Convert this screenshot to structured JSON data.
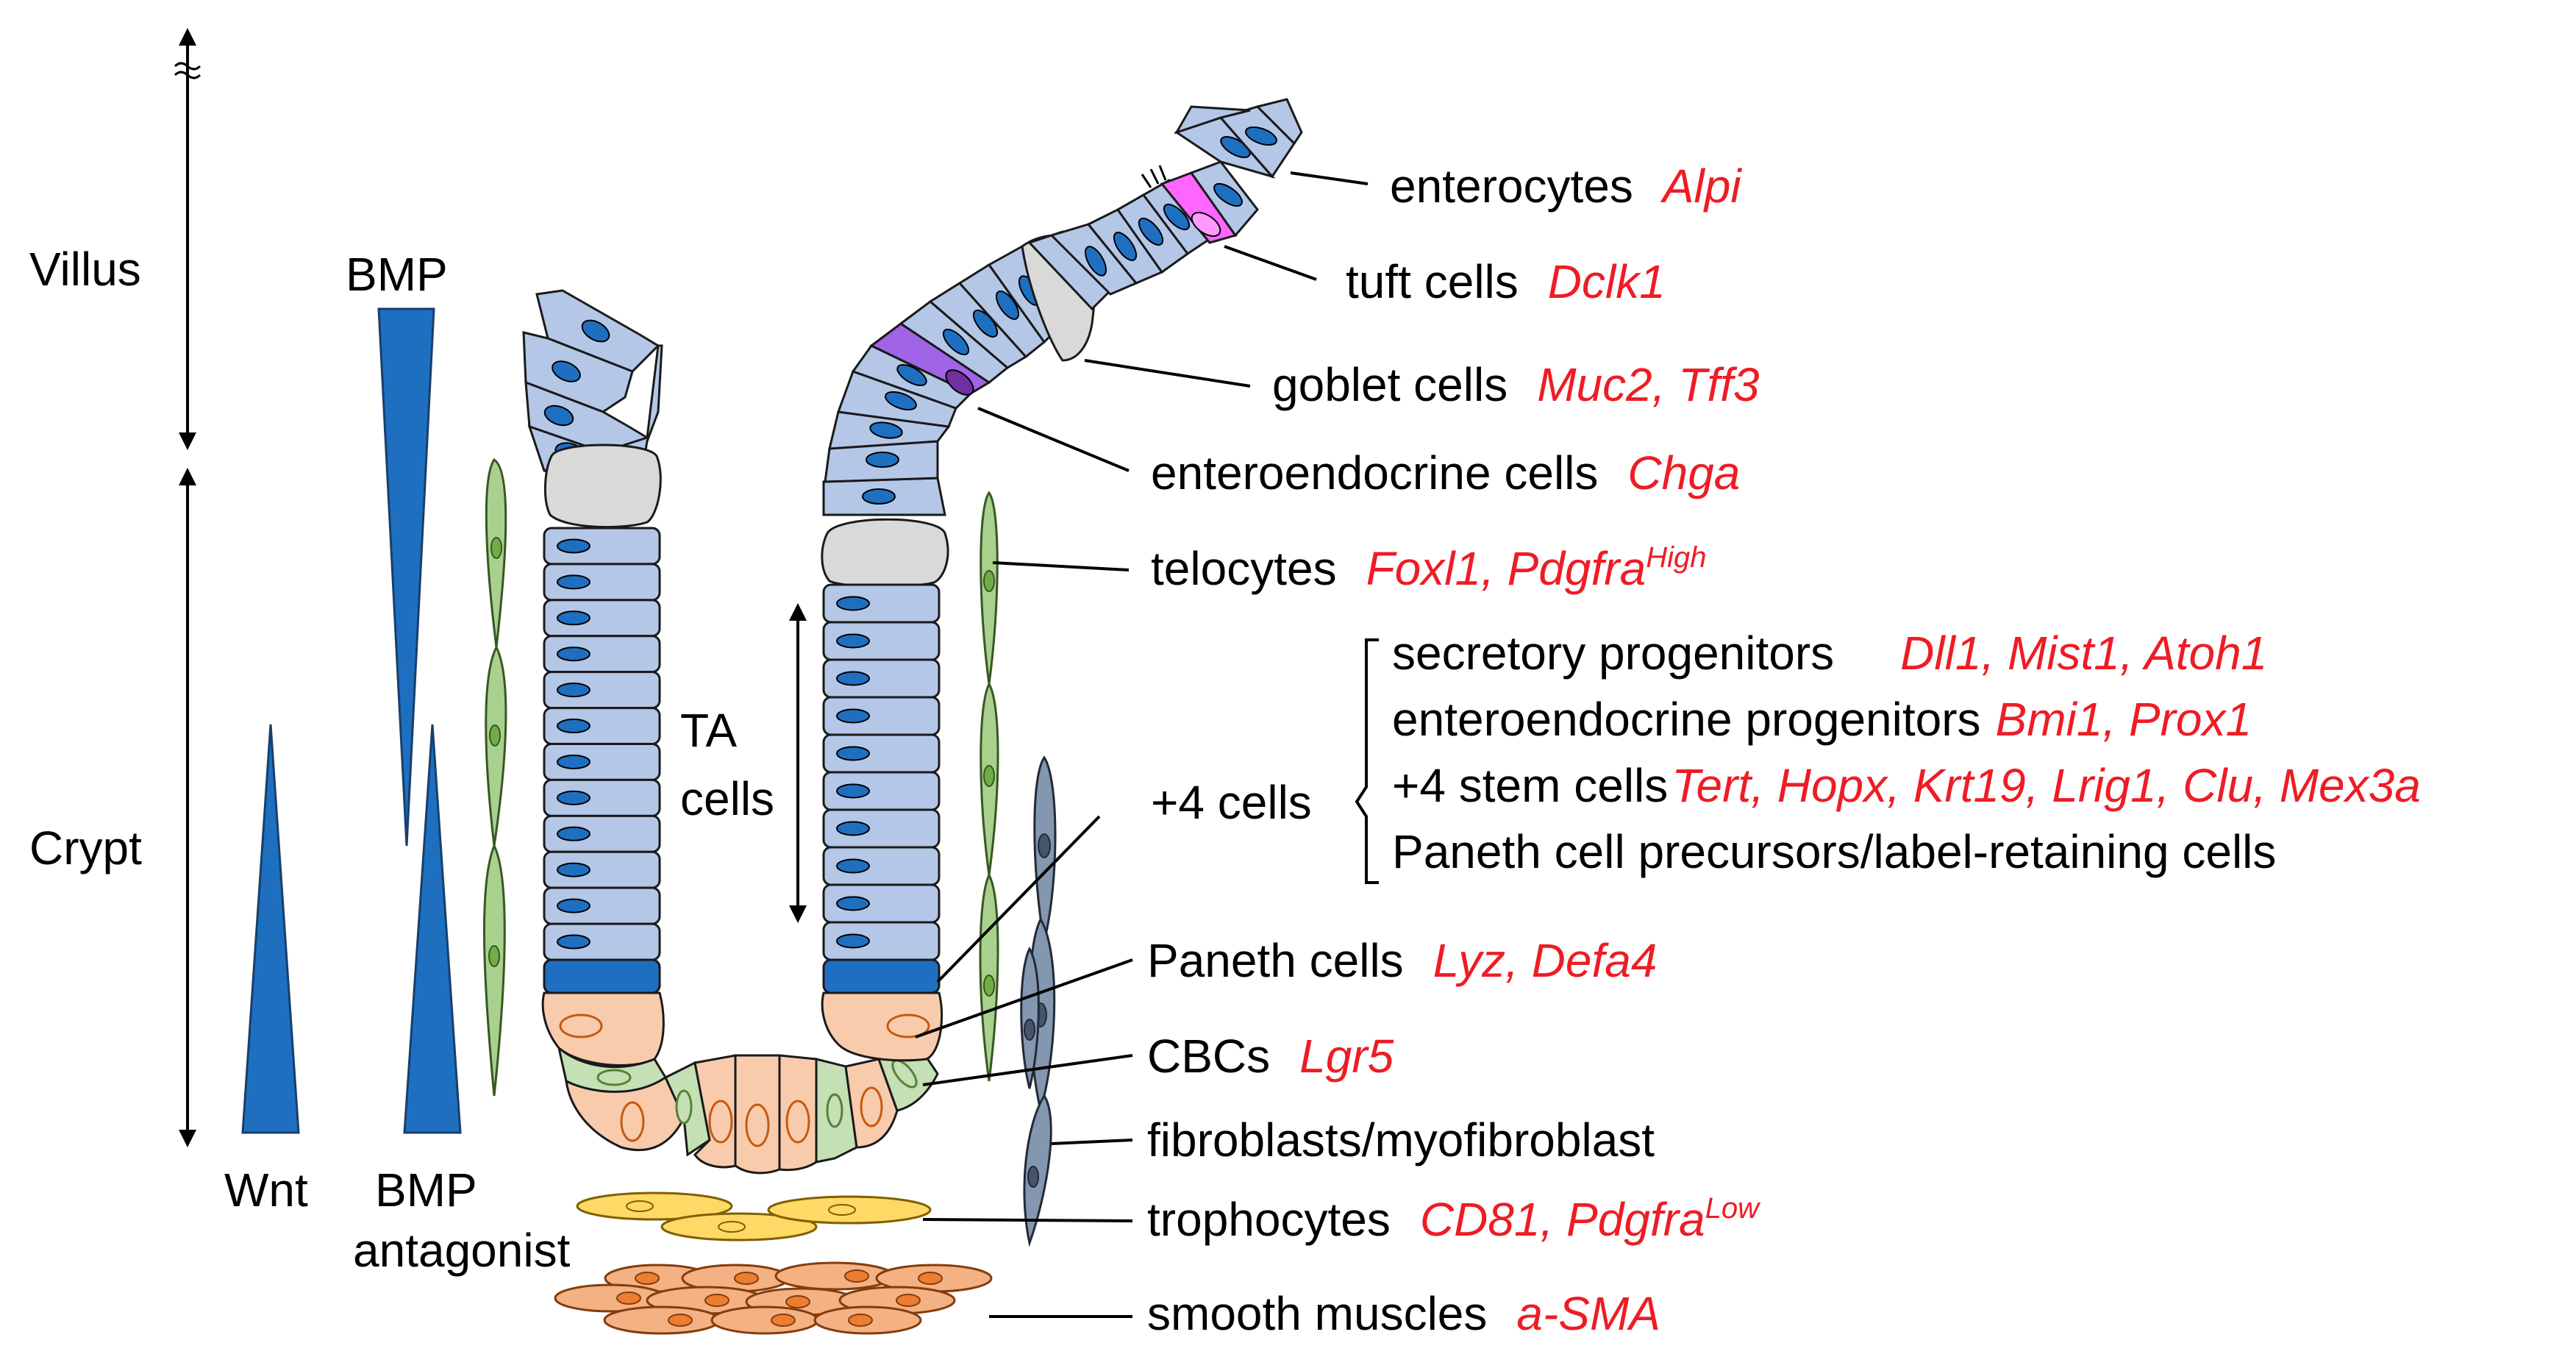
{
  "zones": {
    "villus": "Villus",
    "crypt": "Crypt"
  },
  "gradients": {
    "bmp_top": "BMP",
    "wnt": "Wnt",
    "bmp_antagonist_line1": "BMP",
    "bmp_antagonist_line2": "antagonist"
  },
  "ta_label": {
    "line1": "TA",
    "line2": "cells"
  },
  "plus4_label": "+4 cells",
  "cell_types": [
    {
      "name": "enterocytes",
      "markers": "Alpi"
    },
    {
      "name": "tuft cells",
      "markers": "Dclk1"
    },
    {
      "name": "goblet cells",
      "markers": "Muc2, Tff3"
    },
    {
      "name": "enteroendocrine cells",
      "markers": "Chga"
    },
    {
      "name": "telocytes",
      "markers": "Foxl1, Pdgfra",
      "sup": "High"
    },
    {
      "name": "Paneth cells",
      "markers": "Lyz, Defa4"
    },
    {
      "name": "CBCs",
      "markers": "Lgr5"
    },
    {
      "name": "fibroblasts/myofibroblast",
      "markers": ""
    },
    {
      "name": "trophocytes",
      "markers": "CD81, Pdgfra",
      "sup": "Low"
    },
    {
      "name": "smooth muscles",
      "markers": "a-SMA"
    }
  ],
  "plus4_subtypes": [
    {
      "name": "secretory progenitors",
      "markers": "Dll1, Mist1, Atoh1"
    },
    {
      "name": "enteroendocrine progenitors",
      "markers": "Bmi1, Prox1"
    },
    {
      "name": "+4 stem cells",
      "markers": "Tert, Hopx, Krt19, Lrig1, Clu, Mex3a"
    },
    {
      "name": "Paneth cell precursors/label-retaining cells",
      "markers": ""
    }
  ],
  "colors": {
    "epithelium": "#b4c7e7",
    "nucleus": "#1f6fc1",
    "plus4": "#1f6fc1",
    "paneth": "#f8cbad",
    "cbc": "#c5e0b4",
    "goblet": "#d9d9d9",
    "tuft": "#ff66ff",
    "enteroendocrine": "#a064e6",
    "telocyte": "#a9d18e",
    "fibroblast": "#8497b0",
    "trophocyte": "#ffd966",
    "smooth_muscle": "#f4b183",
    "gradient": "#1f6fc1",
    "marker_text": "#ee1c25"
  }
}
